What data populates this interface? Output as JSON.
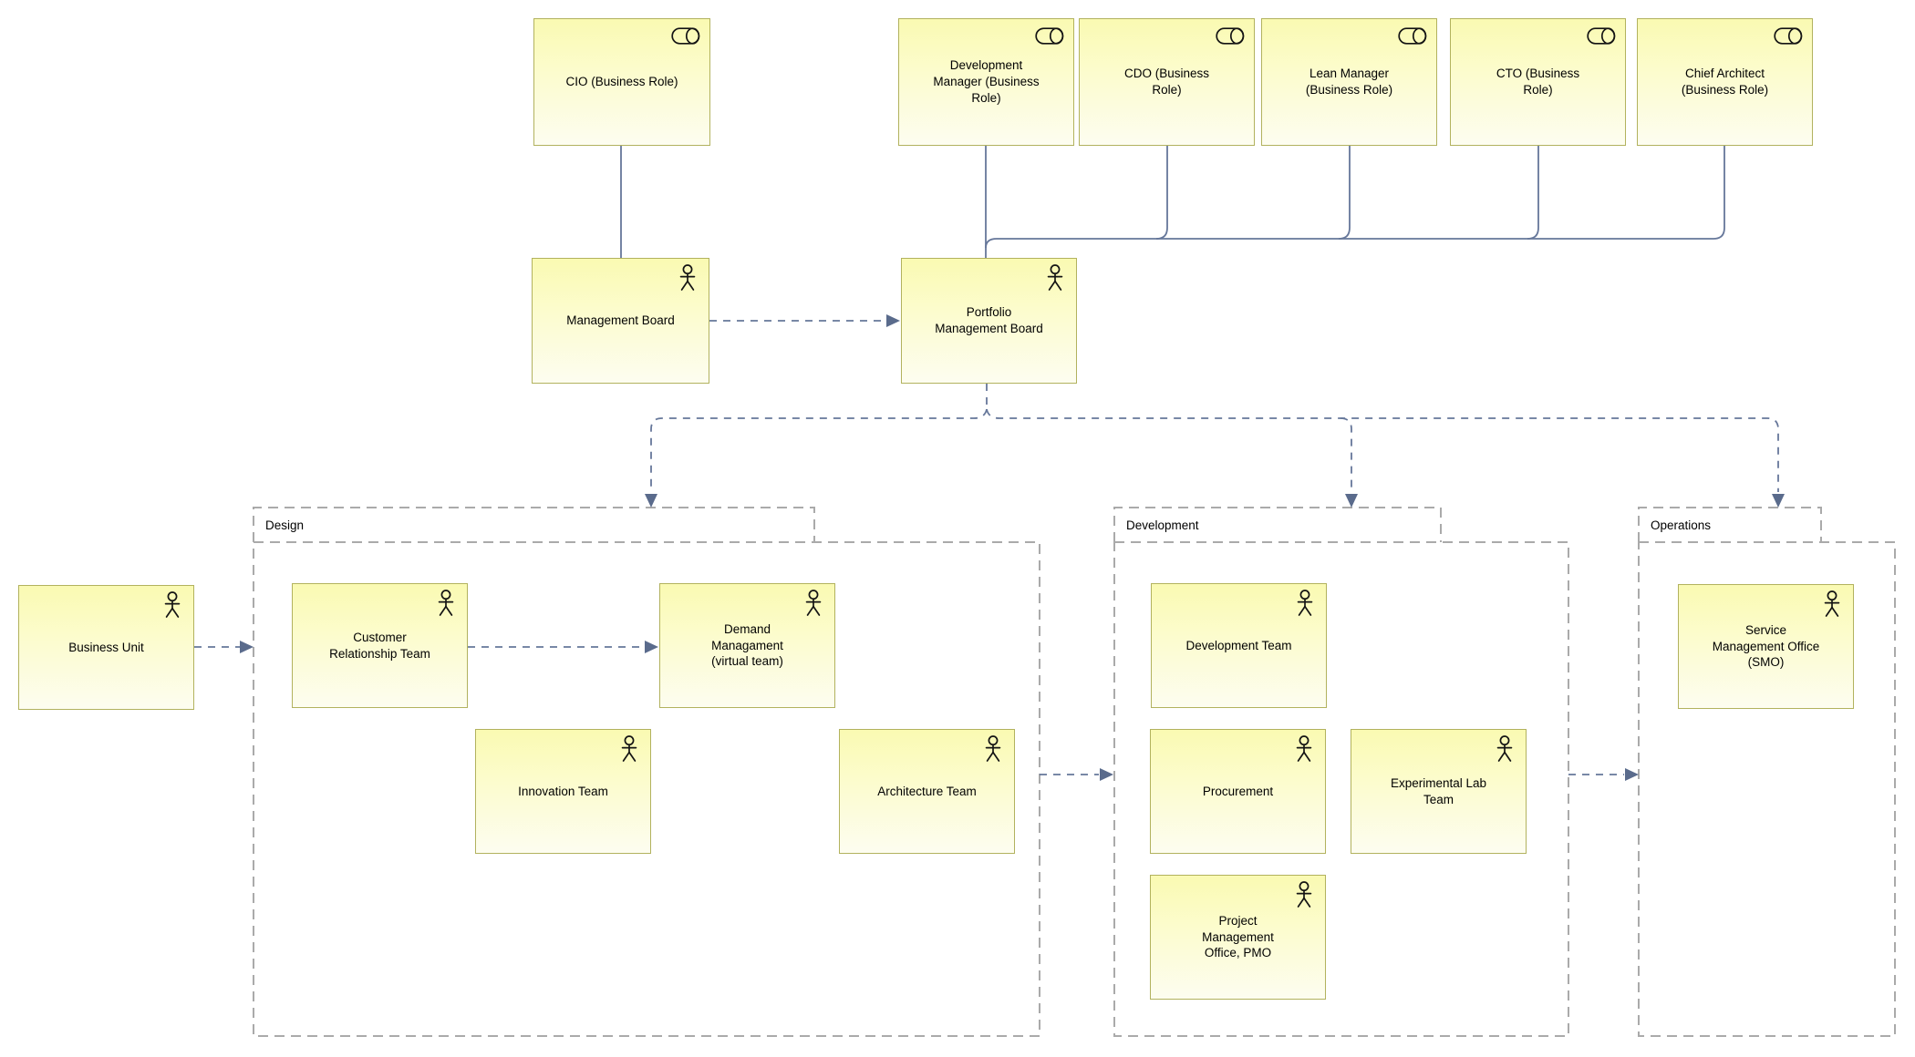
{
  "diagram_kind": "archimate-organization-structure",
  "colors": {
    "node_fill_top": "#fafab2",
    "node_fill_bottom": "#fdfdf0",
    "node_border": "#b2b25e",
    "relationship_line": "#66779a",
    "arrowhead_fill": "#5a6b8c",
    "group_border": "#aaaaaa",
    "text": "#000000",
    "background": "#ffffff"
  },
  "icons": {
    "business_role": "cylinder-role-icon",
    "business_actor": "stick-figure-actor-icon"
  },
  "nodes": {
    "cio": {
      "label": "CIO (Business Role)",
      "kind": "business-role"
    },
    "development_manager": {
      "label": "Development\nManager (Business\nRole)",
      "kind": "business-role"
    },
    "cdo": {
      "label": "CDO (Business\nRole)",
      "kind": "business-role"
    },
    "lean_manager": {
      "label": "Lean Manager\n(Business Role)",
      "kind": "business-role"
    },
    "cto": {
      "label": "CTO (Business\nRole)",
      "kind": "business-role"
    },
    "chief_architect": {
      "label": "Chief Architect\n(Business Role)",
      "kind": "business-role"
    },
    "management_board": {
      "label": "Management Board",
      "kind": "business-actor"
    },
    "portfolio_management_board": {
      "label": "Portfolio\nManagement Board",
      "kind": "business-actor"
    },
    "business_unit": {
      "label": "Business Unit",
      "kind": "business-actor"
    },
    "customer_relationship_team": {
      "label": "Customer\nRelationship Team",
      "kind": "business-actor"
    },
    "demand_management": {
      "label": "Demand\nManagament\n(virtual team)",
      "kind": "business-actor"
    },
    "innovation_team": {
      "label": "Innovation Team",
      "kind": "business-actor"
    },
    "architecture_team": {
      "label": "Architecture Team",
      "kind": "business-actor"
    },
    "development_team": {
      "label": "Development Team",
      "kind": "business-actor"
    },
    "procurement": {
      "label": "Procurement",
      "kind": "business-actor"
    },
    "experimental_lab_team": {
      "label": "Experimental Lab\nTeam",
      "kind": "business-actor"
    },
    "pmo": {
      "label": "Project\nManagement\nOffice, PMO",
      "kind": "business-actor"
    },
    "smo": {
      "label": "Service\nManagement Office\n(SMO)",
      "kind": "business-actor"
    }
  },
  "groups": {
    "design": {
      "label": "Design",
      "children": [
        "customer_relationship_team",
        "demand_management",
        "innovation_team",
        "architecture_team"
      ]
    },
    "development": {
      "label": "Development",
      "children": [
        "development_team",
        "procurement",
        "experimental_lab_team",
        "pmo"
      ]
    },
    "operations": {
      "label": "Operations",
      "children": [
        "smo"
      ]
    }
  },
  "relations": [
    {
      "from": "cio",
      "to": "management_board",
      "style": "solid-line"
    },
    {
      "from": "development_manager",
      "to": "portfolio_management_board",
      "style": "solid-line"
    },
    {
      "from": "cdo",
      "to": "portfolio_management_board",
      "style": "solid-line"
    },
    {
      "from": "lean_manager",
      "to": "portfolio_management_board",
      "style": "solid-line"
    },
    {
      "from": "cto",
      "to": "portfolio_management_board",
      "style": "solid-line"
    },
    {
      "from": "chief_architect",
      "to": "portfolio_management_board",
      "style": "solid-line"
    },
    {
      "from": "management_board",
      "to": "portfolio_management_board",
      "style": "dashed-arrow"
    },
    {
      "from": "portfolio_management_board",
      "to": "design",
      "style": "dashed-arrow"
    },
    {
      "from": "portfolio_management_board",
      "to": "development",
      "style": "dashed-arrow"
    },
    {
      "from": "portfolio_management_board",
      "to": "operations",
      "style": "dashed-arrow"
    },
    {
      "from": "business_unit",
      "to": "design",
      "style": "dashed-arrow"
    },
    {
      "from": "customer_relationship_team",
      "to": "demand_management",
      "style": "dashed-arrow"
    },
    {
      "from": "design",
      "to": "development",
      "style": "dashed-arrow"
    },
    {
      "from": "development",
      "to": "operations",
      "style": "dashed-arrow"
    }
  ]
}
